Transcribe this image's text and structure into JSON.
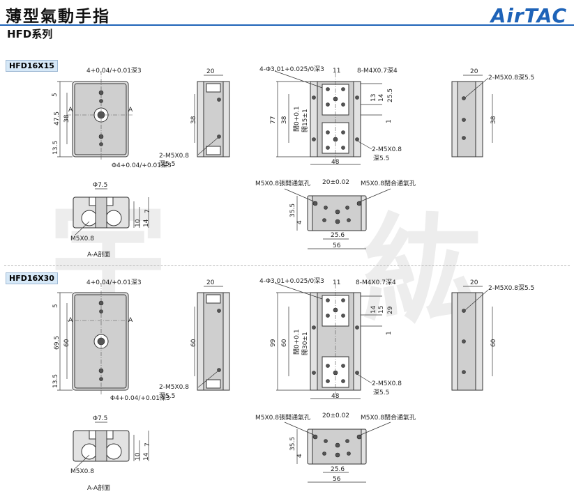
{
  "header": {
    "title": "薄型氣動手指",
    "subtitle": "HFD系列",
    "logo": "AirTAC",
    "accent_color": "#1e63b8"
  },
  "sections": [
    {
      "model": "HFD16X15",
      "front": {
        "hole_label": "4+0.04/+0.01深3",
        "dims": [
          "5",
          "47.5",
          "38",
          "13.5"
        ],
        "bottom_label": "Φ4+0.04/+0.01深3",
        "section_marks": [
          "A",
          "A"
        ]
      },
      "side": {
        "top_dim": "20",
        "height_dim": "38",
        "port_label": "2-M5X0.8",
        "port_depth": "深5.5"
      },
      "top": {
        "pin_label": "4-Φ3.01+0.025/0深3",
        "width_dim": "11",
        "thread_label": "8-M4X0.7深4",
        "total_height": "77",
        "height": "38",
        "open_label": "閉0+0.1",
        "stroke_label": "開15±1",
        "right_dims": [
          "13",
          "14",
          "25.5",
          "1"
        ],
        "port_label": "2-M5X0.8",
        "port_depth": "深5.5",
        "bottom_dim": "48"
      },
      "right": {
        "top_dim": "20",
        "port_label": "2-M5X0.8深5.5",
        "height_dim": "38"
      },
      "end": {
        "open_port": "M5X0.8張開通氣孔",
        "center_dim": "20±0.02",
        "close_port": "M5X0.8閉合通氣孔",
        "height_dim": "35.5",
        "small_dim": "4",
        "inner_dim": "25.6",
        "total_dim": "56"
      },
      "section": {
        "dia": "Φ7.5",
        "dims": [
          "7",
          "10",
          "14"
        ],
        "thread": "M5X0.8",
        "caption": "A-A剖面"
      }
    },
    {
      "model": "HFD16X30",
      "front": {
        "hole_label": "4+0.04/+0.01深3",
        "dims": [
          "5",
          "69.5",
          "60",
          "13.5"
        ],
        "bottom_label": "Φ4+0.04/+0.01深3",
        "section_marks": [
          "A",
          "A"
        ]
      },
      "side": {
        "top_dim": "20",
        "height_dim": "60",
        "port_label": "2-M5X0.8",
        "port_depth": "深5.5"
      },
      "top": {
        "pin_label": "4-Φ3.01+0.025/0深3",
        "width_dim": "11",
        "thread_label": "8-M4X0.7深4",
        "total_height": "99",
        "height": "60",
        "open_label": "閉0+0.1",
        "stroke_label": "開30±1",
        "right_dims": [
          "14",
          "15",
          "29",
          "1"
        ],
        "port_label": "2-M5X0.8",
        "port_depth": "深5.5",
        "bottom_dim": "48"
      },
      "right": {
        "top_dim": "20",
        "port_label": "2-M5X0.8深5.5",
        "height_dim": "60"
      },
      "end": {
        "open_port": "M5X0.8張開通氣孔",
        "center_dim": "20±0.02",
        "close_port": "M5X0.8閉合通氣孔",
        "height_dim": "35.5",
        "small_dim": "4",
        "inner_dim": "25.6",
        "total_dim": "56"
      },
      "section": {
        "dia": "Φ7.5",
        "dims": [
          "7",
          "10",
          "14"
        ],
        "thread": "M5X0.8",
        "caption": "A-A剖面"
      }
    }
  ]
}
